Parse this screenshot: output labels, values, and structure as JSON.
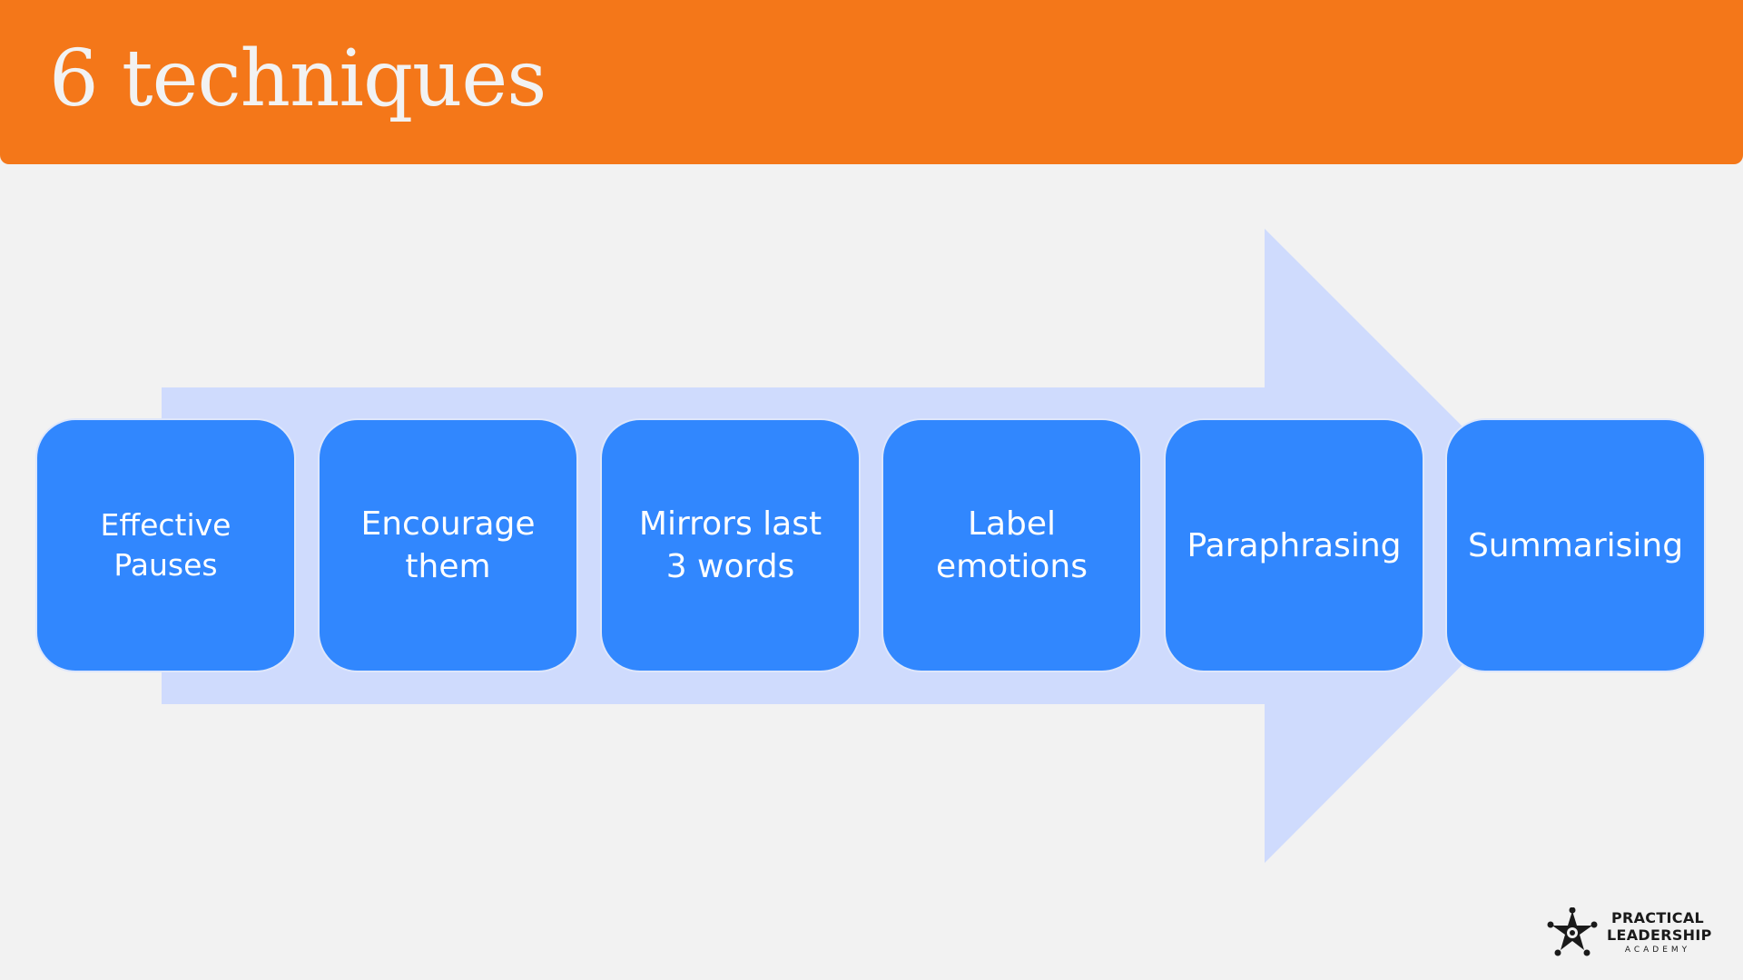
{
  "title": "6 techniques",
  "colors": {
    "header": "#f47719",
    "background": "#f2f2f2",
    "arrow": "#cfdbfd",
    "box": "#3187fe",
    "box_text": "#ffffff"
  },
  "steps": [
    {
      "label": "Effective Pauses"
    },
    {
      "label": "Encourage them"
    },
    {
      "label": "Mirrors last 3 words"
    },
    {
      "label": "Label emotions"
    },
    {
      "label": "Paraphrasing"
    },
    {
      "label": "Summarising"
    }
  ],
  "logo": {
    "line1": "PRACTICAL",
    "line2": "LEADERSHIP",
    "line3": "ACADEMY",
    "icon": "people-star-icon"
  }
}
